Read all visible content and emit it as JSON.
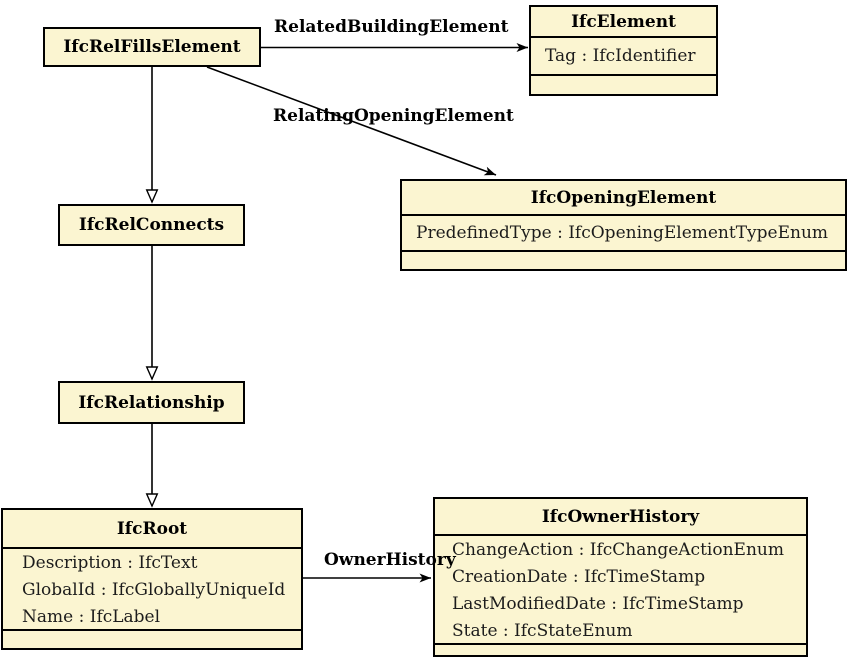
{
  "diagram": {
    "type": "uml-class-diagram",
    "classes": [
      {
        "name": "IfcRelFillsElement",
        "attributes": []
      },
      {
        "name": "IfcElement",
        "attributes": [
          "Tag : IfcIdentifier"
        ]
      },
      {
        "name": "IfcOpeningElement",
        "attributes": [
          "PredefinedType : IfcOpeningElementTypeEnum"
        ]
      },
      {
        "name": "IfcRelConnects",
        "attributes": []
      },
      {
        "name": "IfcRelationship",
        "attributes": []
      },
      {
        "name": "IfcRoot",
        "attributes": [
          "Description : IfcText",
          "GlobalId : IfcGloballyUniqueId",
          "Name : IfcLabel"
        ]
      },
      {
        "name": "IfcOwnerHistory",
        "attributes": [
          "ChangeAction : IfcChangeActionEnum",
          "CreationDate : IfcTimeStamp",
          "LastModifiedDate : IfcTimeStamp",
          "State : IfcStateEnum"
        ]
      }
    ],
    "edges": [
      {
        "from": "IfcRelFillsElement",
        "to": "IfcElement",
        "type": "association",
        "label": "RelatedBuildingElement"
      },
      {
        "from": "IfcRelFillsElement",
        "to": "IfcOpeningElement",
        "type": "association",
        "label": "RelatingOpeningElement"
      },
      {
        "from": "IfcRoot",
        "to": "IfcOwnerHistory",
        "type": "association",
        "label": "OwnerHistory"
      },
      {
        "from": "IfcRelFillsElement",
        "to": "IfcRelConnects",
        "type": "generalization",
        "label": ""
      },
      {
        "from": "IfcRelConnects",
        "to": "IfcRelationship",
        "type": "generalization",
        "label": ""
      },
      {
        "from": "IfcRelationship",
        "to": "IfcRoot",
        "type": "generalization",
        "label": ""
      }
    ],
    "colors": {
      "class_fill": "#FBF5D1",
      "class_border": "#000000",
      "text": "#1c1c1c",
      "background": "#FFFFFF"
    }
  }
}
